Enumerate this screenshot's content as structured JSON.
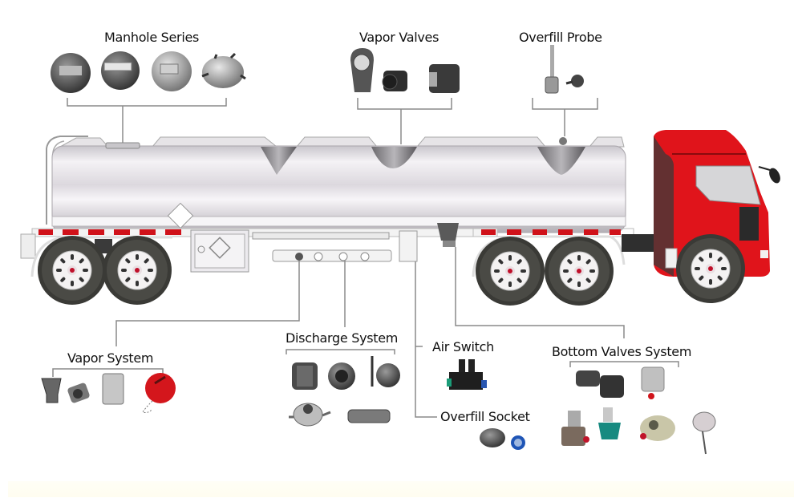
{
  "diagram": {
    "subject": "Fuel tanker semi-trailer with red tractor cab",
    "colors": {
      "cab_red": "#e0141b",
      "tank_silver": "#d9d6db",
      "reflector_red": "#d0121a",
      "line_gray": "#8a8a8a",
      "text": "#111111"
    },
    "components": [
      {
        "id": "manhole-series",
        "label": "Manhole Series",
        "item_count": 4,
        "items": [
          "manhole-cover-1",
          "manhole-cover-2",
          "manhole-cover-3",
          "manhole-cover-4"
        ]
      },
      {
        "id": "vapor-valves",
        "label": "Vapor Valves",
        "item_count": 3,
        "items": [
          "vapor-valve-1",
          "vapor-valve-2",
          "vapor-valve-3"
        ]
      },
      {
        "id": "overfill-probe",
        "label": "Overfill Probe",
        "item_count": 2,
        "items": [
          "overfill-probe-rod",
          "overfill-probe-connector"
        ]
      },
      {
        "id": "vapor-system",
        "label": "Vapor System",
        "item_count": 4,
        "items": [
          "vapor-adapter",
          "vapor-coupler",
          "vapor-recovery-valve",
          "red-dust-cap"
        ]
      },
      {
        "id": "discharge-system",
        "label": "Discharge System",
        "item_count": 5,
        "items": [
          "discharge-adapter",
          "discharge-coupler",
          "discharge-valve-lever",
          "discharge-elbow",
          "discharge-dust-cap"
        ]
      },
      {
        "id": "air-switch",
        "label": "Air Switch",
        "item_count": 1,
        "items": [
          "air-switch-valve"
        ]
      },
      {
        "id": "overfill-socket",
        "label": "Overfill Socket",
        "item_count": 1,
        "items": [
          "overfill-socket-unit"
        ]
      },
      {
        "id": "bottom-valves-system",
        "label": "Bottom Valves System",
        "item_count": 6,
        "items": [
          "bottom-valve-1",
          "bottom-valve-2",
          "bottom-valve-3",
          "bottom-valve-4",
          "bottom-valve-5",
          "bottom-valve-6"
        ]
      }
    ]
  }
}
